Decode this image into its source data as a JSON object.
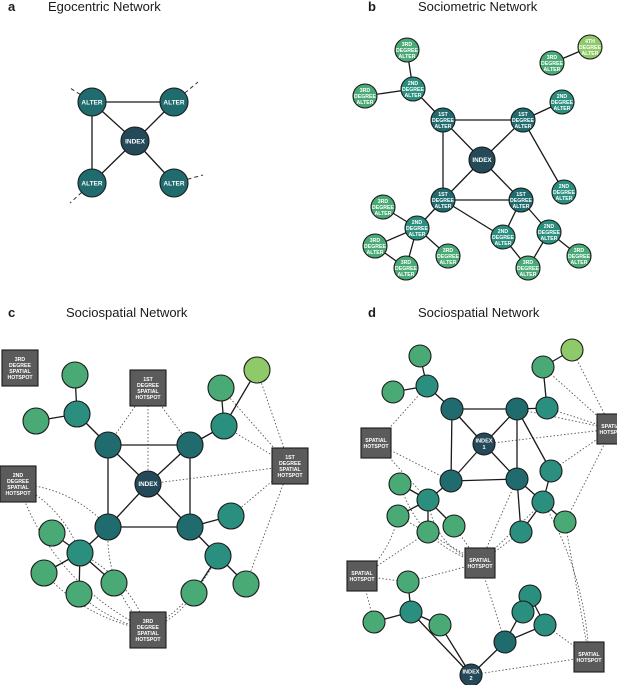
{
  "colors": {
    "index": "#244a5a",
    "first": "#1f6b6e",
    "second": "#2a8f7e",
    "third": "#4aaa76",
    "fourth": "#8ec96a",
    "hotspot": "#5b5b5b"
  },
  "panels": {
    "a": {
      "letter": "a",
      "title": "Egocentric Network"
    },
    "b": {
      "letter": "b",
      "title": "Sociometric Network"
    },
    "c": {
      "letter": "c",
      "title": "Sociospatial Network"
    },
    "d": {
      "letter": "d",
      "title": "Sociospatial Network"
    }
  },
  "labels": {
    "index": "INDEX",
    "alter": "ALTER",
    "first_alter": [
      "1ST",
      "DEGREE",
      "ALTER"
    ],
    "second_alter": [
      "2ND",
      "DEGREE",
      "ALTER"
    ],
    "third_alter": [
      "3RD",
      "DEGREE",
      "ALTER"
    ],
    "fourth_alter": [
      "4TH",
      "DEGREE",
      "ALTER"
    ],
    "first_hotspot": [
      "1ST",
      "DEGREE",
      "SPATIAL",
      "HOTSPOT"
    ],
    "second_hotspot": [
      "2ND",
      "DEGREE",
      "SPATIAL",
      "HOTSPOT"
    ],
    "third_hotspot": [
      "3RD",
      "DEGREE",
      "SPATIAL",
      "HOTSPOT"
    ],
    "spatial_hotspot": [
      "SPATIAL",
      "HOTSPOT"
    ],
    "index_1": [
      "INDEX",
      "1"
    ],
    "index_2": [
      "INDEX",
      "2"
    ]
  }
}
